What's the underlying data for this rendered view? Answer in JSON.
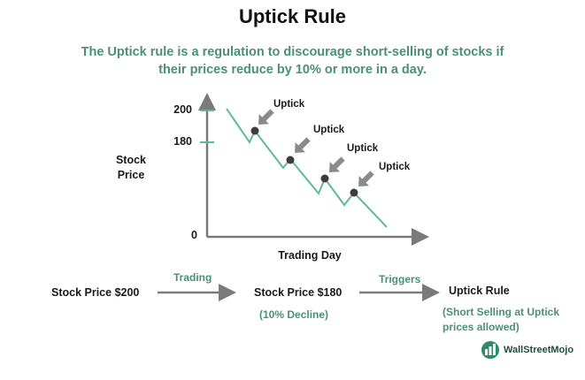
{
  "title": "Uptick Rule",
  "subtitle_line1": "The Uptick rule is a regulation to discourage short-selling of stocks if",
  "subtitle_line2": "their prices reduce by 10% or more in a day.",
  "chart": {
    "ylabel_line1": "Stock",
    "ylabel_line2": "Price",
    "xlabel": "Trading Day",
    "ticks": [
      "200",
      "180",
      "0"
    ],
    "upticks": [
      "Uptick",
      "Uptick",
      "Uptick",
      "Uptick"
    ]
  },
  "flow": {
    "start": "Stock Price $200",
    "arrow1_label": "Trading",
    "middle": "Stock Price $180",
    "middle_note": "(10% Decline)",
    "arrow2_label": "Triggers",
    "end": "Uptick Rule",
    "end_note_line1": "(Short Selling at Uptick",
    "end_note_line2": "prices allowed)"
  },
  "logo": {
    "text": "WallStreetMojo"
  },
  "colors": {
    "accent": "#4a8f78",
    "line": "#5fb89a",
    "axis": "#7a7a7a",
    "dot": "#3d3d3d"
  }
}
